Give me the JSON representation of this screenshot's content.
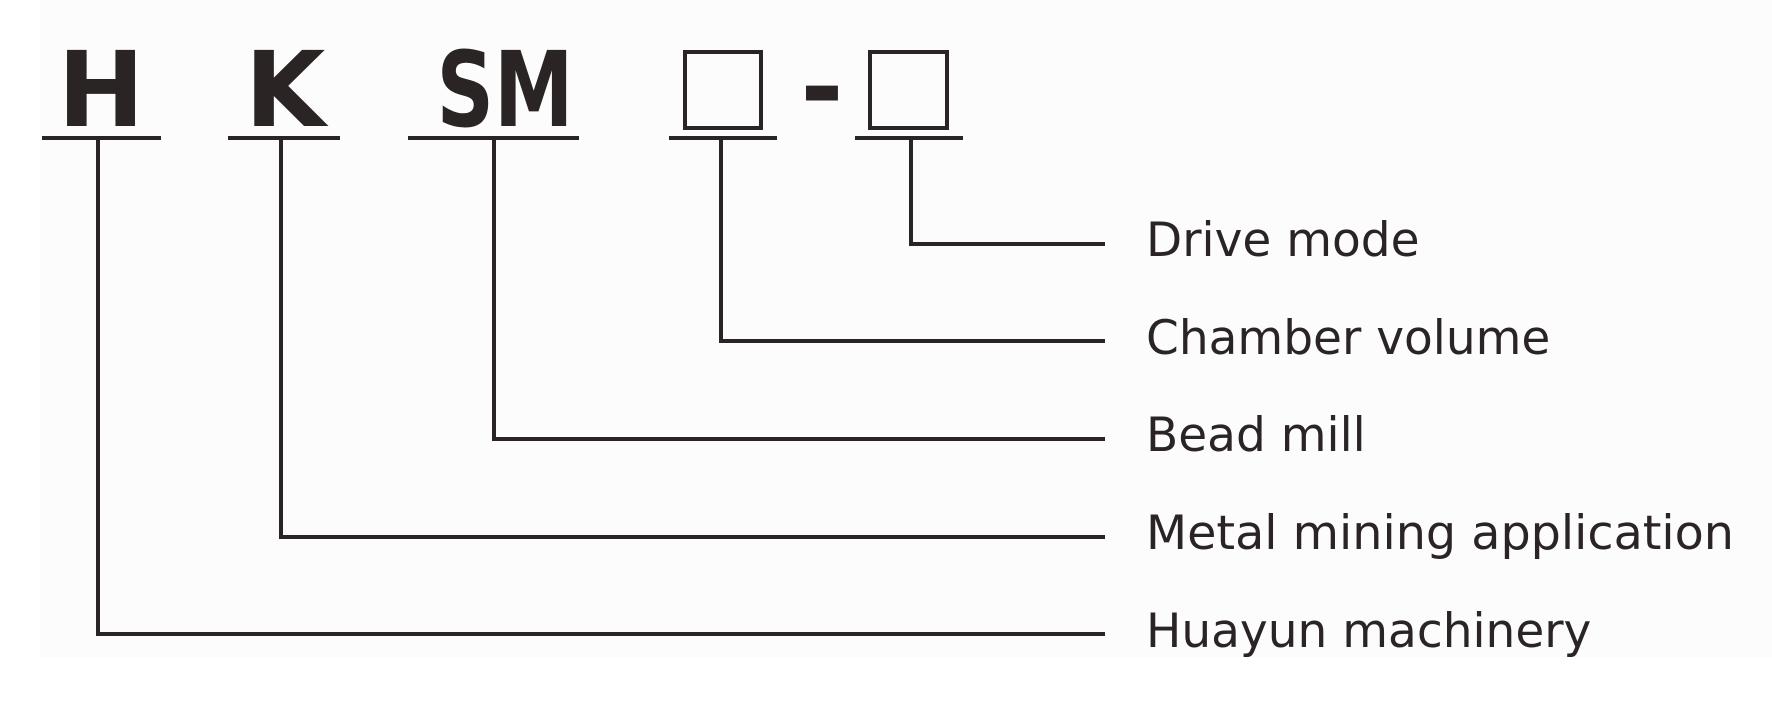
{
  "colors": {
    "ink": "#2b2425",
    "panel_background": "#fcfcfc",
    "page_background": "#ffffff"
  },
  "model_code": {
    "segments": [
      {
        "id": "h",
        "text": "H",
        "kind": "letter"
      },
      {
        "id": "k",
        "text": "K",
        "kind": "letter"
      },
      {
        "id": "sm",
        "text": "SM",
        "kind": "letter"
      },
      {
        "id": "box1",
        "text": "",
        "kind": "placeholder-box"
      },
      {
        "id": "box2",
        "text": "",
        "kind": "placeholder-box"
      }
    ],
    "separator": "-"
  },
  "legend": {
    "items": [
      {
        "segment": "box2",
        "label": "Drive mode"
      },
      {
        "segment": "box1",
        "label": "Chamber volume"
      },
      {
        "segment": "sm",
        "label": "Bead mill"
      },
      {
        "segment": "k",
        "label": "Metal mining application"
      },
      {
        "segment": "h",
        "label": "Huayun machinery"
      }
    ]
  }
}
